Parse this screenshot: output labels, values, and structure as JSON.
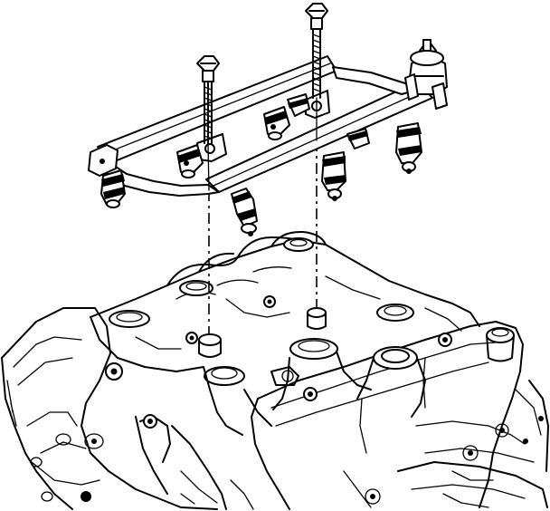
{
  "figure": {
    "parts": [
      {
        "name": "fuel-rail"
      },
      {
        "name": "fuel-rail-bolt-left"
      },
      {
        "name": "fuel-rail-bolt-right"
      },
      {
        "name": "fuel-pressure-regulator"
      },
      {
        "name": "fuel-injector",
        "count": 8
      },
      {
        "name": "intake-manifold"
      },
      {
        "name": "engine-block"
      }
    ]
  },
  "colors": {
    "ink": "#000000",
    "paper": "#ffffff"
  }
}
